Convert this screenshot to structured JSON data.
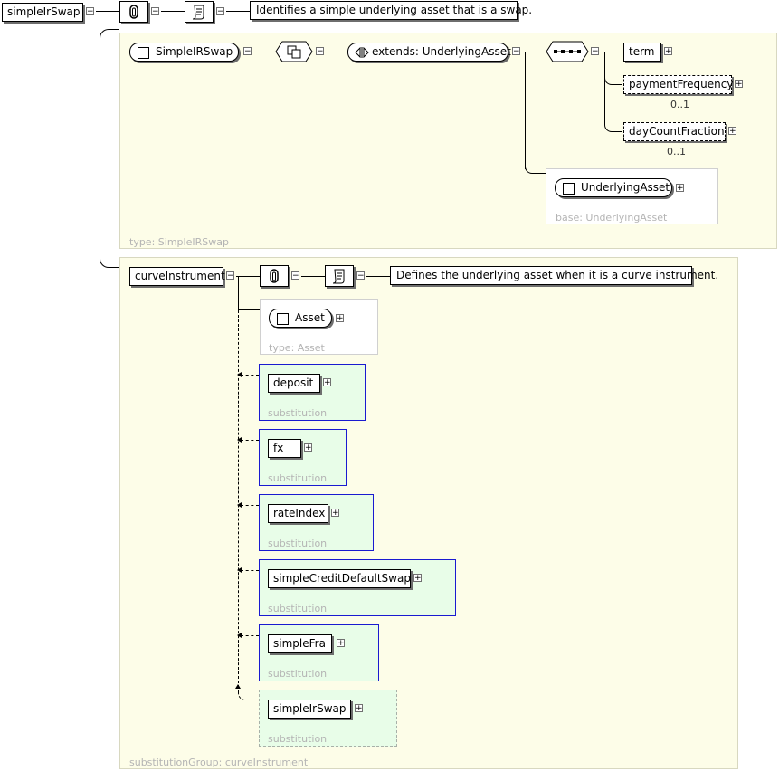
{
  "root": {
    "label": "simpleIrSwap",
    "annotation_text": "Identifies a simple underlying asset that is a swap."
  },
  "simpleirswap_panel": {
    "type_caption": "type: SimpleIRSwap",
    "complex_type": "SimpleIRSwap",
    "extension": "extends: UnderlyingAsset",
    "sequence_children": [
      {
        "label": "term",
        "occurs": ""
      },
      {
        "label": "paymentFrequency",
        "occurs": "0..1"
      },
      {
        "label": "dayCountFraction",
        "occurs": "0..1"
      }
    ],
    "base_box": {
      "complex_type": "UnderlyingAsset",
      "caption": "base: UnderlyingAsset"
    }
  },
  "curve_panel": {
    "element": "curveInstrument",
    "annotation_text": "Defines the underlying asset when it is a curve instrument.",
    "caption": "substitutionGroup: curveInstrument",
    "asset_box": {
      "complex_type": "Asset",
      "caption": "type: Asset"
    },
    "substitutions": [
      {
        "label": "deposit",
        "caption": "substitution"
      },
      {
        "label": "fx",
        "caption": "substitution"
      },
      {
        "label": "rateIndex",
        "caption": "substitution"
      },
      {
        "label": "simpleCreditDefaultSwap",
        "caption": "substitution"
      },
      {
        "label": "simpleFra",
        "caption": "substitution"
      },
      {
        "label": "simpleIrSwap",
        "caption": "substitution"
      }
    ]
  },
  "icons": {
    "expand": "plus-toggle-icon",
    "collapse": "minus-toggle-icon",
    "annotation": "paperclip-icon",
    "documentation": "scroll-icon",
    "sequence": "sequence-icon",
    "extension": "extension-icon",
    "complex_type": "complex-type-icon"
  },
  "colors": {
    "panel_bg": "#fdfde8",
    "substitution_bg": "#e8fde8",
    "substitution_border": "#1a1ad0",
    "caption": "#b4b4b4"
  }
}
